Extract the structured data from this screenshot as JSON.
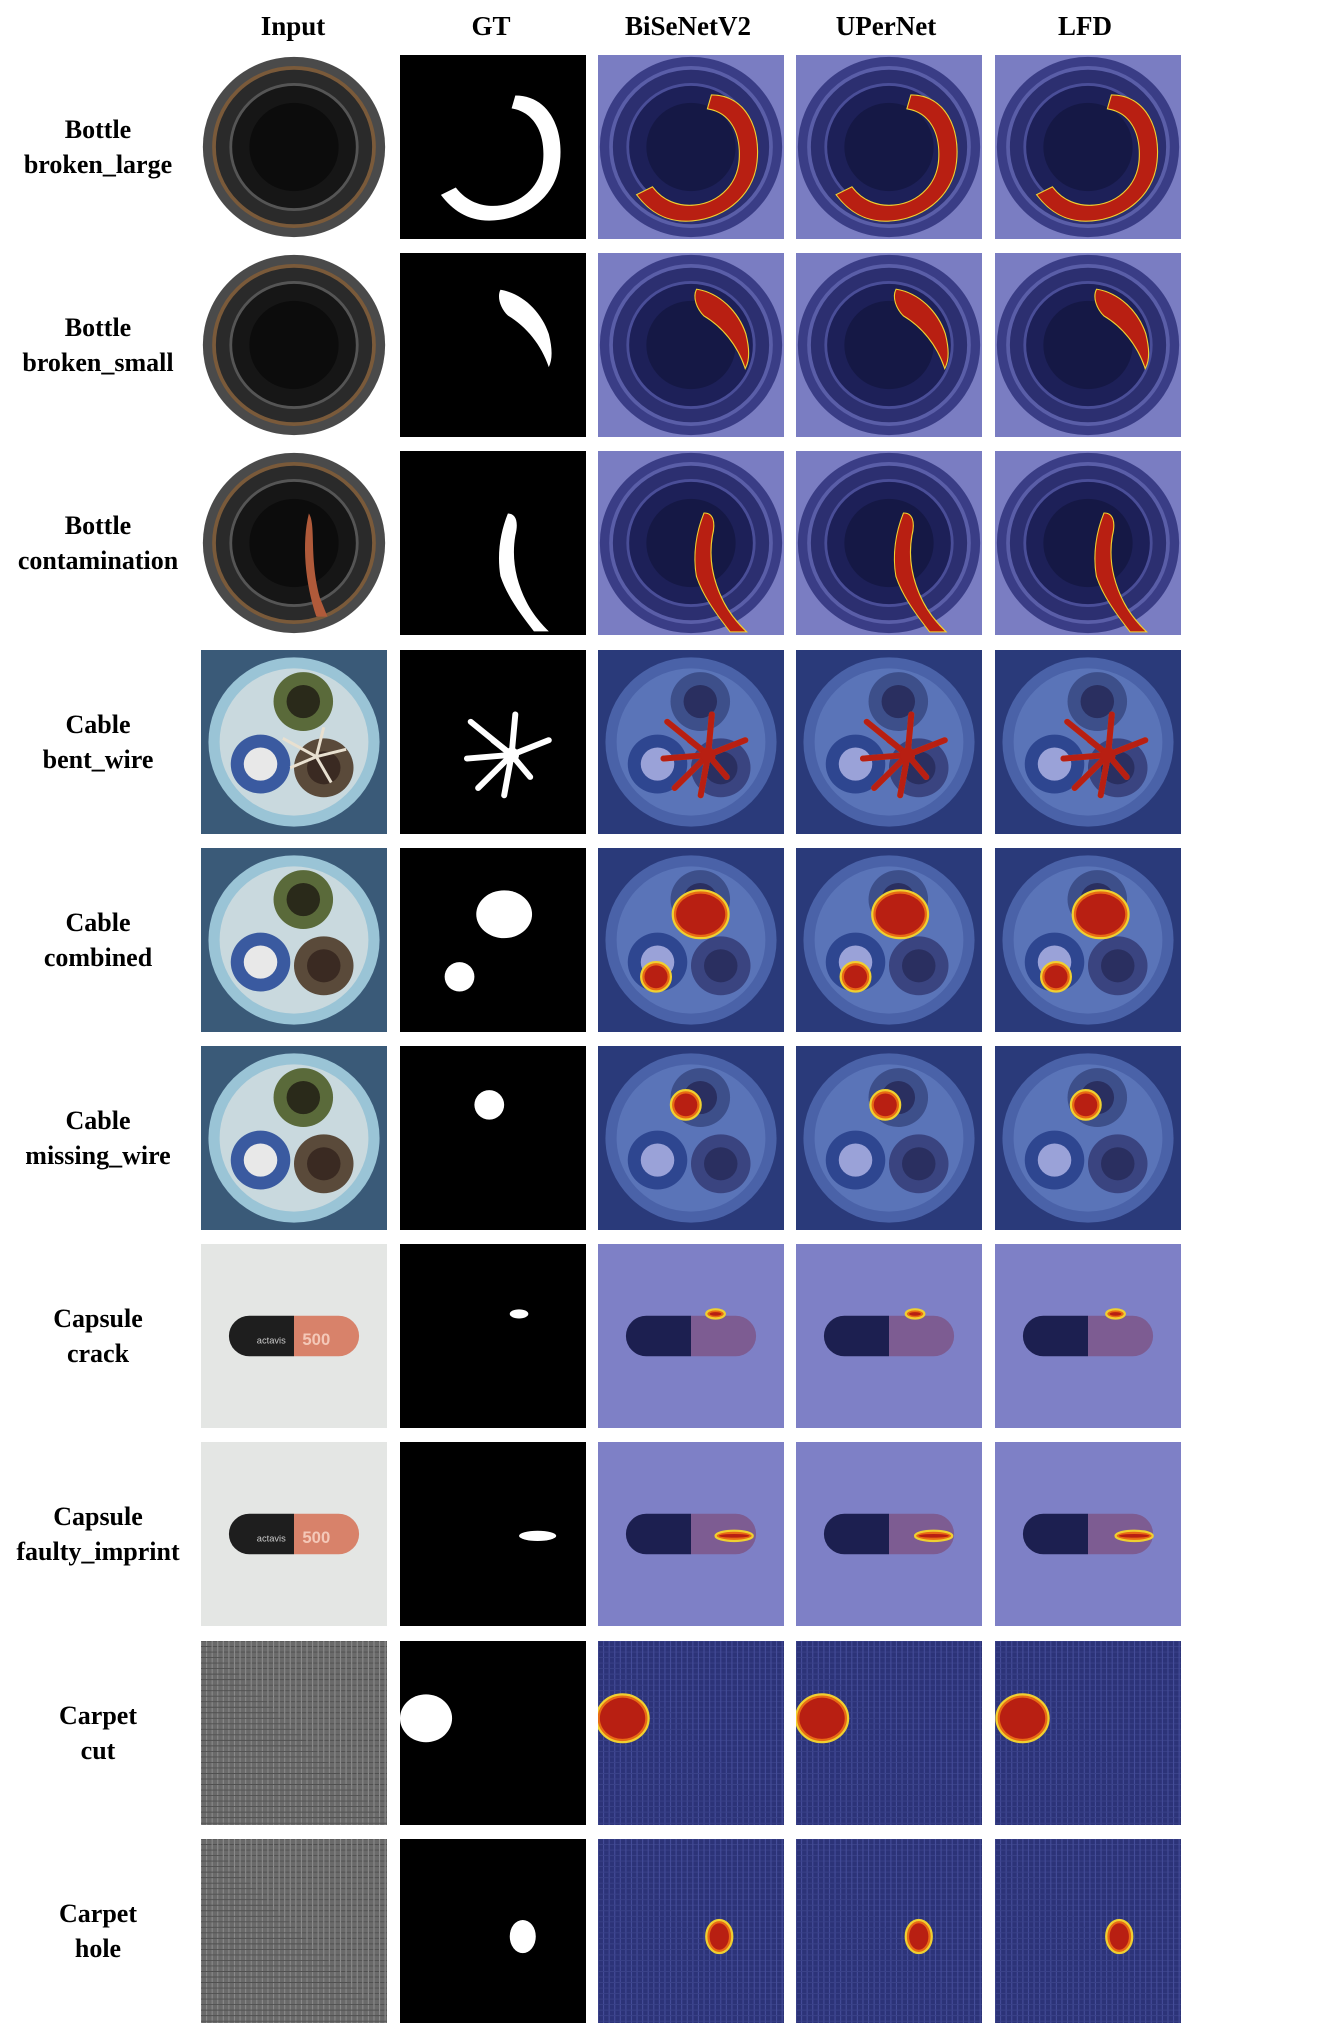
{
  "headers": [
    "Input",
    "GT",
    "BiSeNetV2",
    "UPerNet",
    "LFD"
  ],
  "rows": [
    {
      "object": "Bottle",
      "defect": "broken_large",
      "kind": "bottle"
    },
    {
      "object": "Bottle",
      "defect": "broken_small",
      "kind": "bottle"
    },
    {
      "object": "Bottle",
      "defect": "contamination",
      "kind": "bottle"
    },
    {
      "object": "Cable",
      "defect": "bent_wire",
      "kind": "cable"
    },
    {
      "object": "Cable",
      "defect": "combined",
      "kind": "cable"
    },
    {
      "object": "Cable",
      "defect": "missing_wire",
      "kind": "cable"
    },
    {
      "object": "Capsule",
      "defect": "crack",
      "kind": "capsule"
    },
    {
      "object": "Capsule",
      "defect": "faulty_imprint",
      "kind": "capsule"
    },
    {
      "object": "Carpet",
      "defect": "cut",
      "kind": "carpet"
    },
    {
      "object": "Carpet",
      "defect": "hole",
      "kind": "carpet"
    }
  ],
  "imprint": {
    "brand": "actavis",
    "number": "500"
  },
  "colors": {
    "overlay_blue": "#2a2f8c",
    "heat_red": "#b81f12",
    "heat_orange": "#e86a14",
    "mask_white": "#ffffff",
    "mask_black": "#000000"
  }
}
